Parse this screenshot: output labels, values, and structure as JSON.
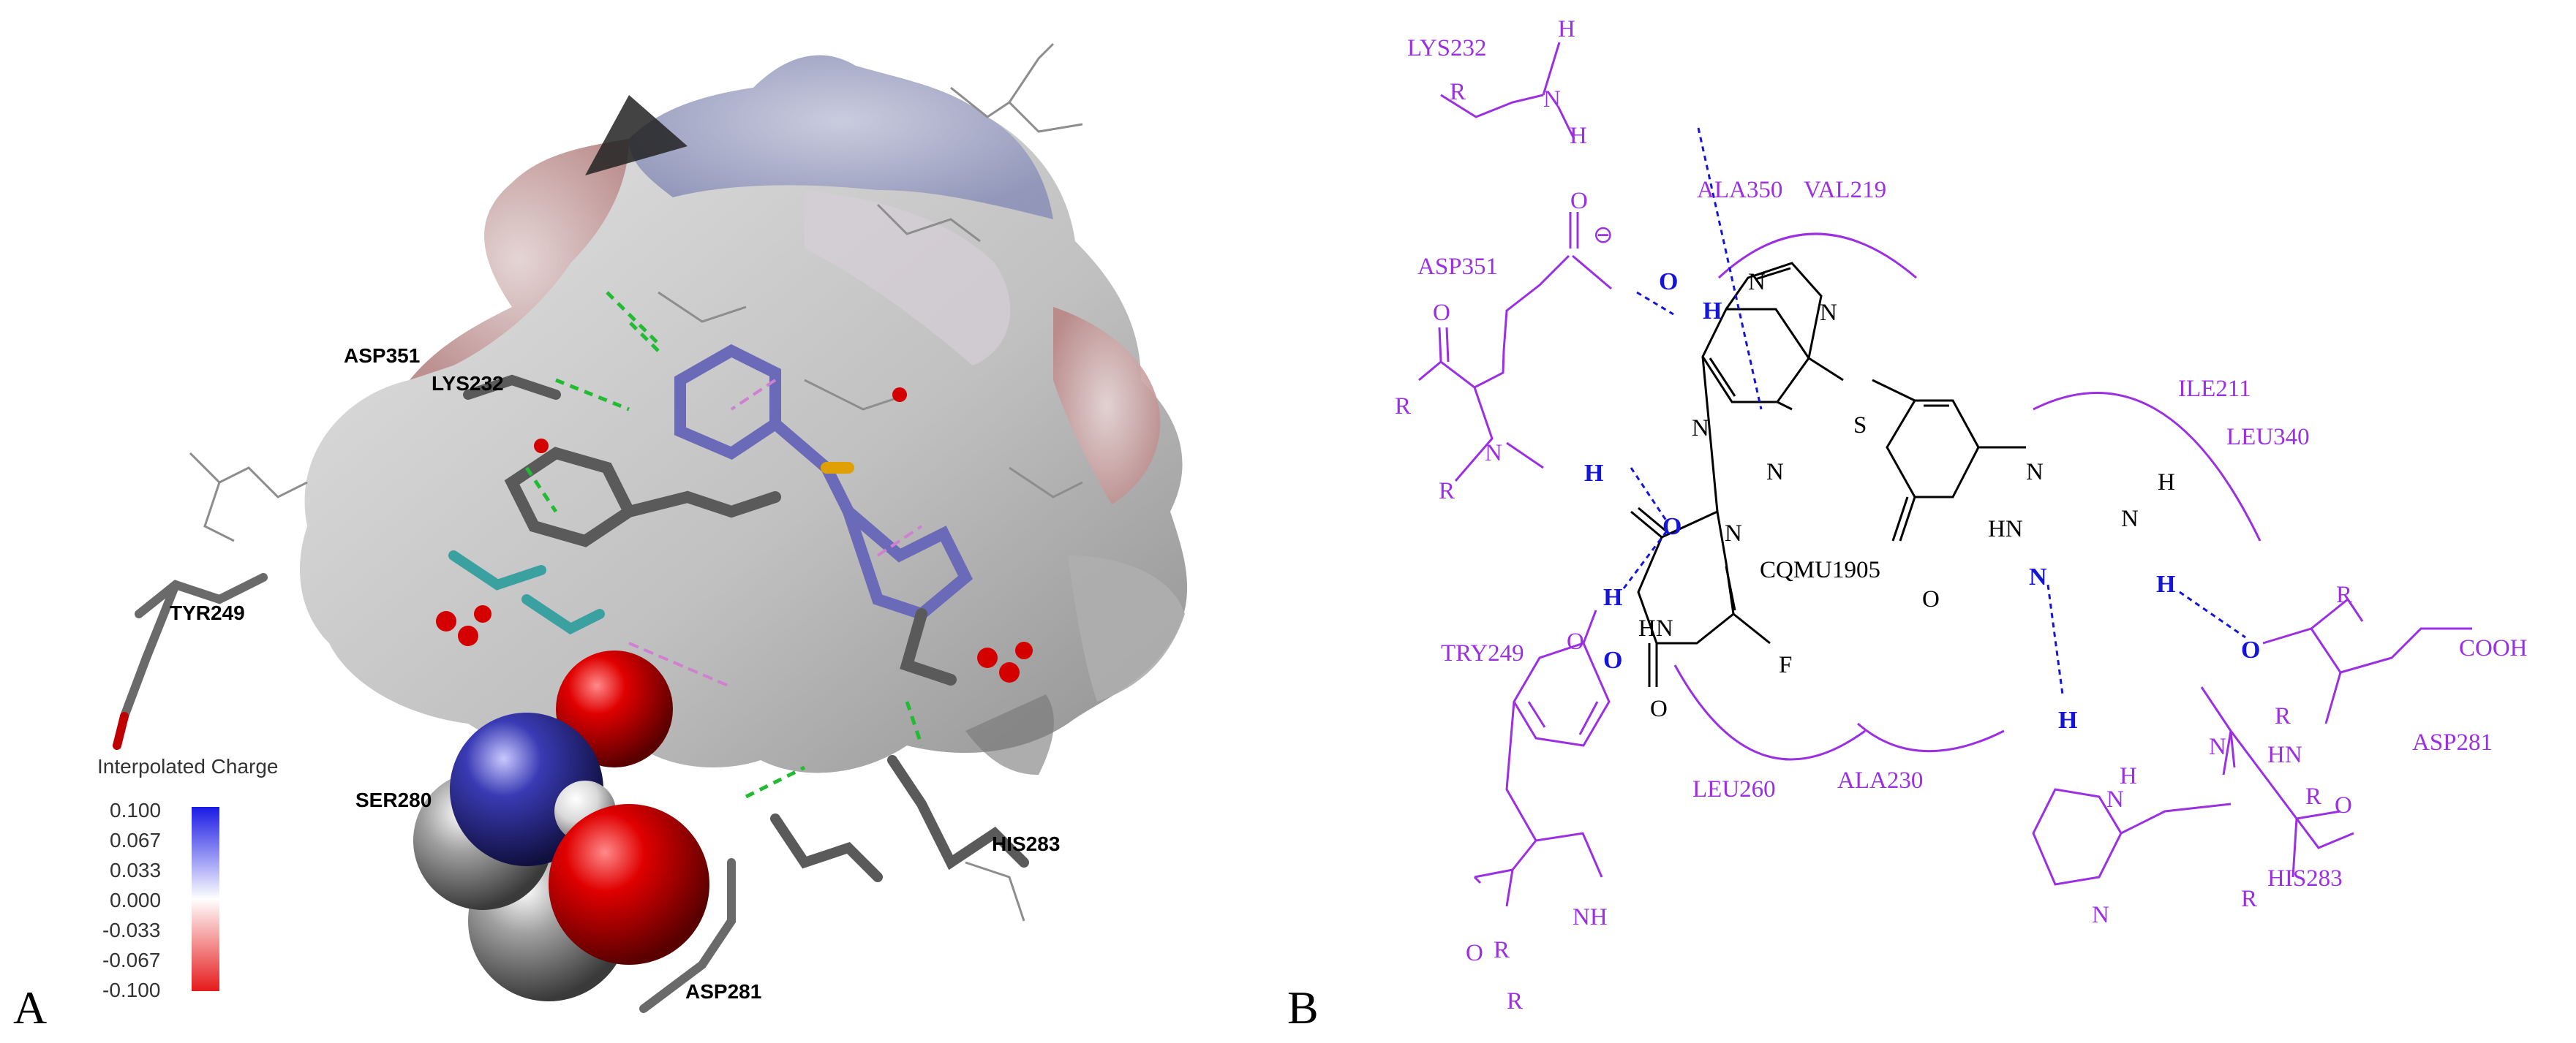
{
  "panel_a": {
    "letter": "A",
    "residues": {
      "asp351": "ASP351",
      "lys232": "LYS232",
      "tyr249": "TYR249",
      "ser280": "SER280",
      "his283": "HIS283",
      "asp281": "ASP281"
    },
    "legend": {
      "title": "Interpolated Charge",
      "ticks": [
        "0.100",
        "0.067",
        "0.033",
        "0.000",
        "-0.033",
        "-0.067",
        "-0.100"
      ],
      "colors": {
        "positive": "#1a1ae6",
        "neutral": "#ffffff",
        "negative": "#e61a1a"
      }
    }
  },
  "panel_b": {
    "letter": "B",
    "residues": {
      "lys232": "LYS232",
      "ala350": "ALA350",
      "val219": "VAL219",
      "asp351": "ASP351",
      "ile211": "ILE211",
      "leu340": "LEU340",
      "try249": "TRY249",
      "leu260": "LEU260",
      "ala230": "ALA230",
      "his283": "HIS283",
      "asp281": "ASP281"
    },
    "ligand": "CQMU1905",
    "atoms": {
      "R": "R",
      "N": "N",
      "H": "H",
      "O": "O",
      "S": "S",
      "F": "F",
      "HN": "HN",
      "NH": "NH",
      "COOH": "COOH",
      "minus": "⊖"
    },
    "colors": {
      "residue": "#9b30e3",
      "hbond": "#1515d8",
      "ligand": "#000000"
    }
  }
}
